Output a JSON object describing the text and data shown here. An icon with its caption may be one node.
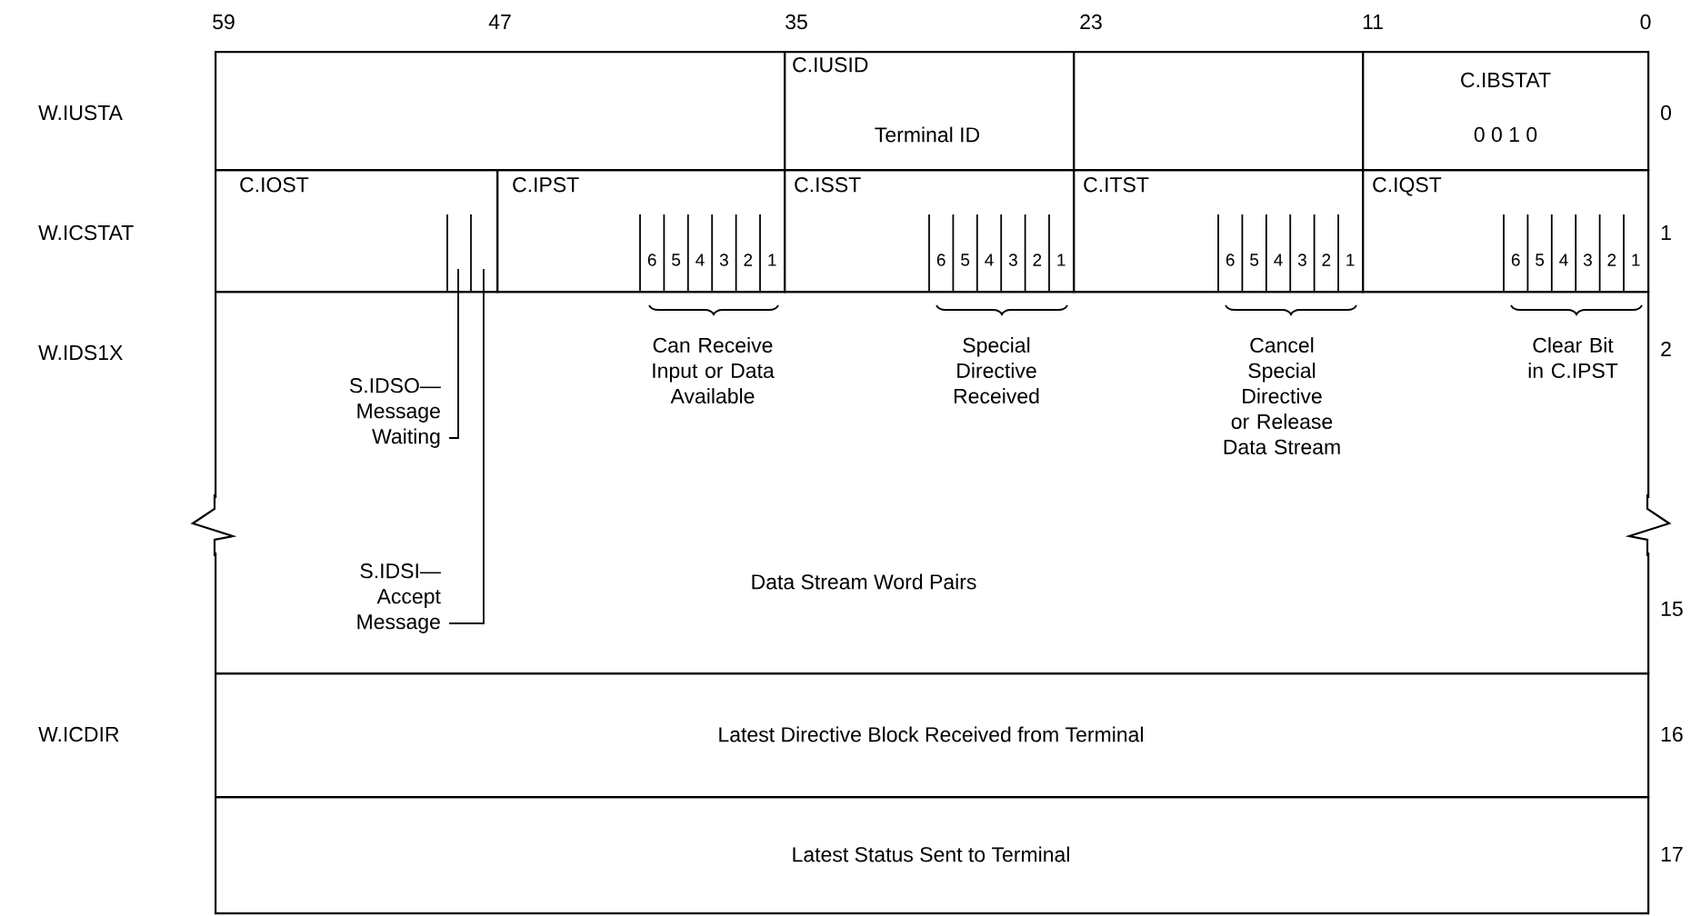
{
  "diagram": {
    "nodes": [
      {
        "text": [],
        "shape": "box"
      },
      {
        "text": [
          "C.IUSID",
          "Terminal ID"
        ]
      },
      {
        "text": [],
        "shape": "box"
      },
      {
        "text": [
          "C.IBSTAT",
          "0 0 1 0"
        ]
      },
      {
        "text": [
          "C.IOST"
        ]
      },
      {
        "text": [
          "C.IPST"
        ],
        "beside": [
          "Can Receive Input or Data Available"
        ]
      },
      {
        "text": [
          "C.ISST"
        ],
        "beside": [
          "Special Directive Received"
        ]
      },
      {
        "text": [
          "C.ITST"
        ],
        "beside": [
          "Cancel Special Directive or Release Data Stream"
        ]
      },
      {
        "text": [
          "C.IQST"
        ],
        "beside": [
          "Clear Bit in C.IPST"
        ]
      },
      {
        "text": [
          "Data Stream Word Pairs"
        ]
      },
      {
        "text": [
          "Latest Directive Block Received from Terminal"
        ]
      },
      {
        "text": [
          "Latest Status Sent to Terminal"
        ]
      },
      {
        "text": [
          "S.IDSO— Message Waiting"
        ],
        "in": 9
      },
      {
        "text": [
          "S.IDSI— Accept Message"
        ],
        "in": 9
      }
    ],
    "edges": [
      {
        "from": 12,
        "to": 4,
        "arrow": "none"
      },
      {
        "from": 13,
        "to": 4,
        "arrow": "none"
      }
    ],
    "labels": [
      "59",
      "47",
      "35",
      "23",
      "11",
      "0",
      "W.IUSTA",
      "0",
      "W.ICSTAT",
      "6",
      "5",
      "4",
      "3",
      "2",
      "1",
      "6",
      "5",
      "4",
      "3",
      "2",
      "1",
      "6",
      "5",
      "4",
      "3",
      "2",
      "1",
      "6",
      "5",
      "4",
      "3",
      "2",
      "1",
      "1",
      "W.IDS1X",
      "2",
      "15",
      "W.ICDIR",
      "16",
      "17"
    ]
  }
}
